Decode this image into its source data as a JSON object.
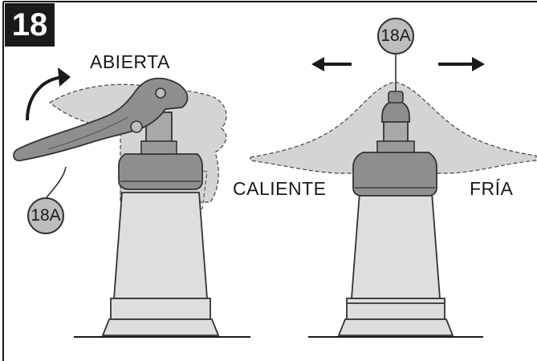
{
  "step": {
    "number": "18"
  },
  "labels": {
    "open": "ABIERTA",
    "hot": "CALIENTE",
    "cold": "FRÍA"
  },
  "callouts": {
    "left": "18A",
    "right": "18A"
  },
  "colors": {
    "outline": "#333333",
    "fill": "#d9d9d9",
    "shadow": "#c4c4c4",
    "callout_fill": "#bdbdbd",
    "badge": "#1a1a1a"
  }
}
